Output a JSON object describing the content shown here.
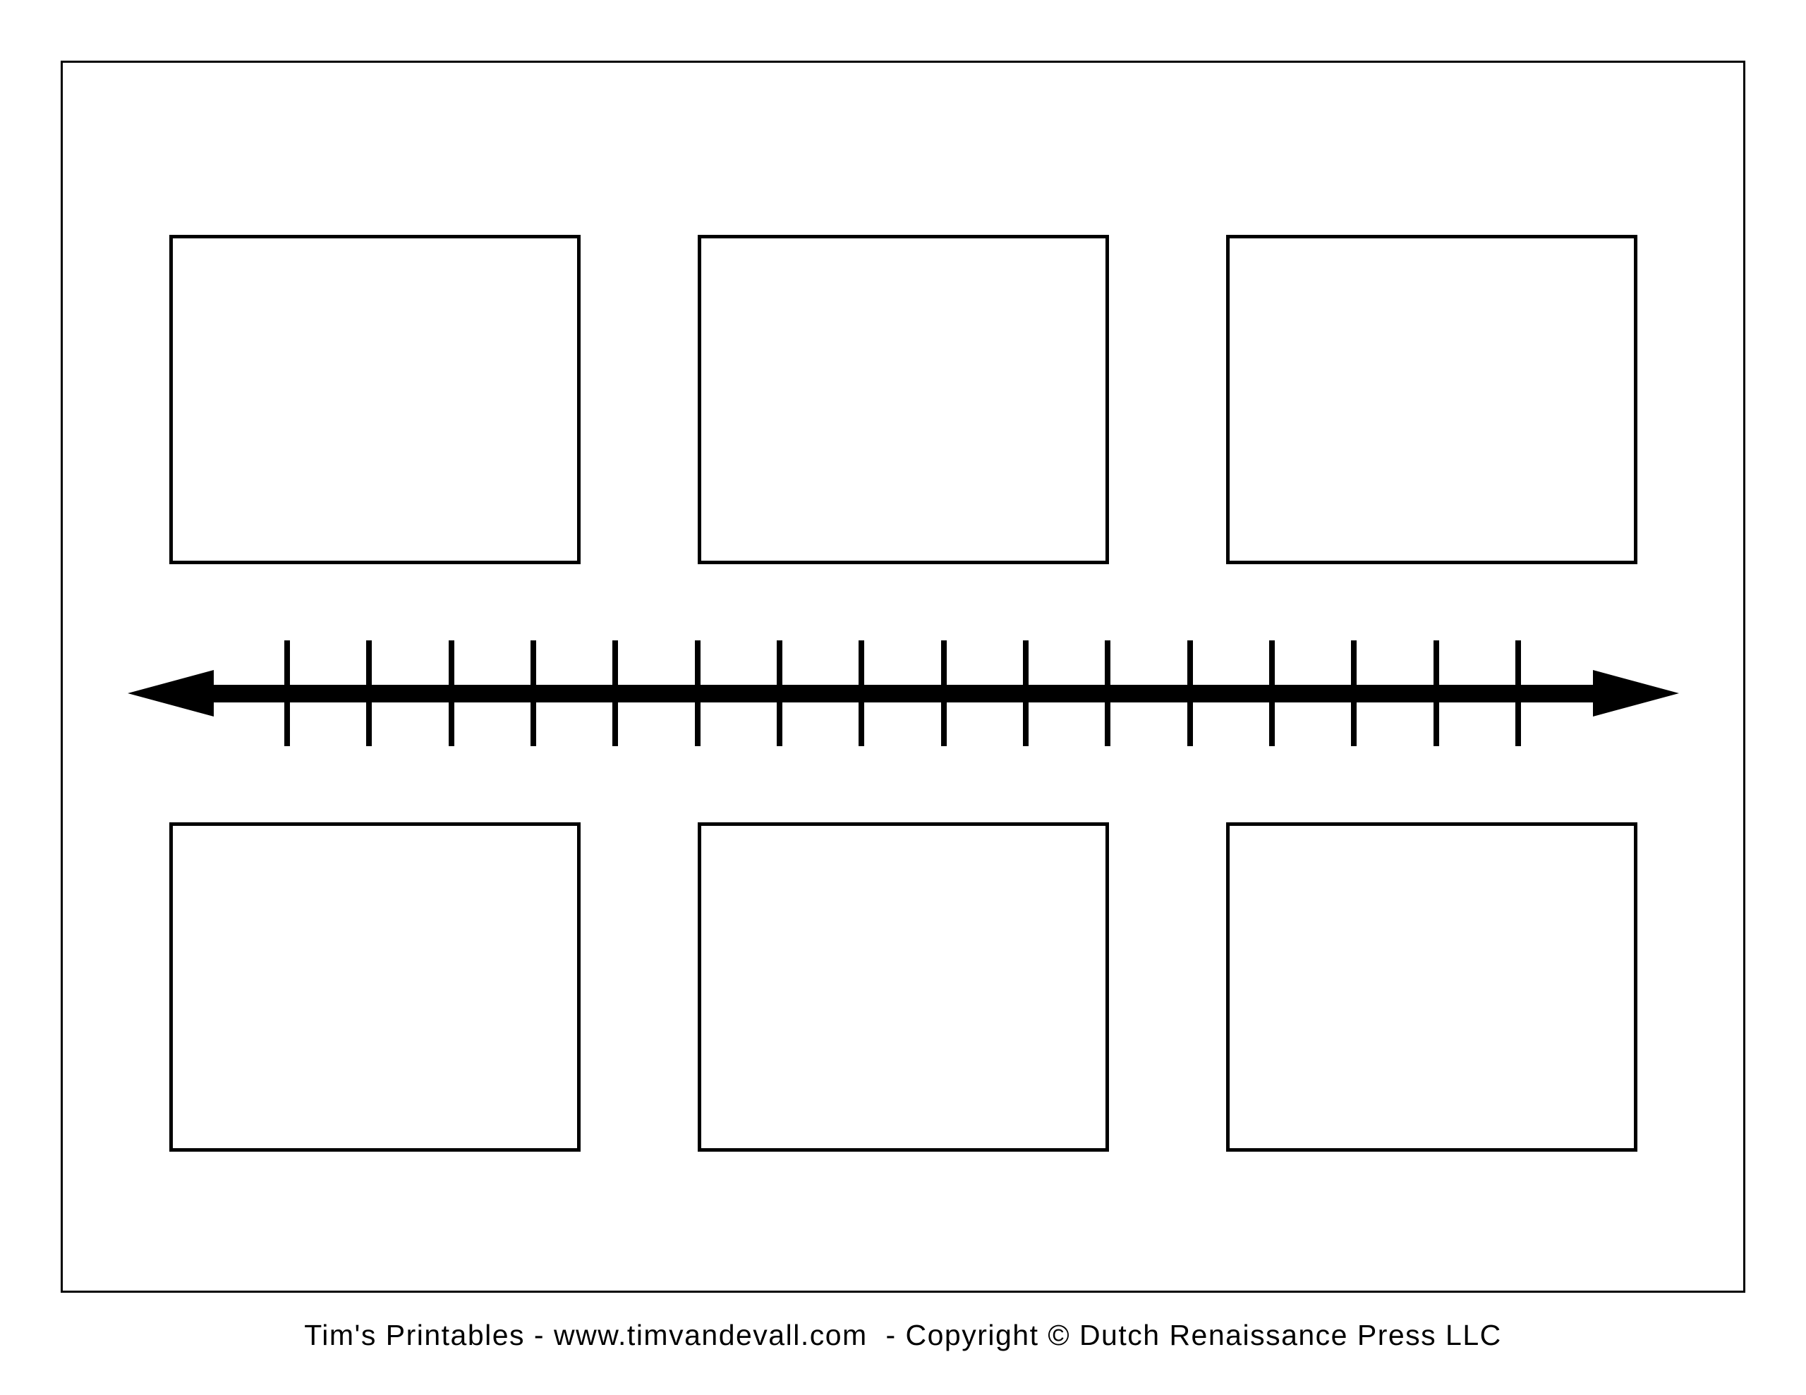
{
  "page": {
    "background_color": "#ffffff",
    "ink_color": "#000000"
  },
  "timeline": {
    "arrow_style": "double-headed",
    "tick_count": 16,
    "top_boxes": [
      {
        "label": ""
      },
      {
        "label": ""
      },
      {
        "label": ""
      }
    ],
    "bottom_boxes": [
      {
        "label": ""
      },
      {
        "label": ""
      },
      {
        "label": ""
      }
    ]
  },
  "footer": {
    "credit_text": "Tim's Printables - www.timvandevall.com  - Copyright © Dutch Renaissance Press LLC"
  }
}
